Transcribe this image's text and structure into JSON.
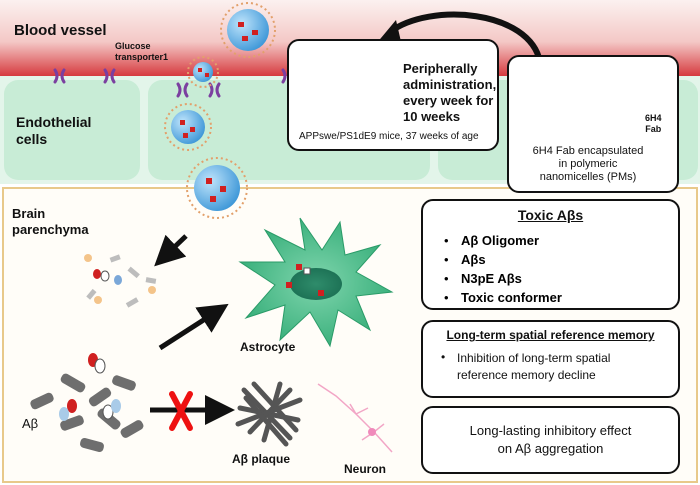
{
  "labels": {
    "blood_vessel": "Blood vessel",
    "glucose_transporter": [
      "Glucose",
      "transporter1"
    ],
    "endothelial": [
      "Endothelial",
      "cells"
    ],
    "brain": [
      "Brain",
      "parenchyma"
    ],
    "astrocyte": "Astrocyte",
    "abeta": "Aβ",
    "abeta_plaque": "Aβ plaque",
    "neuron": "Neuron"
  },
  "admin_box": {
    "text": [
      "Peripherally",
      "administration,",
      "every week for",
      "10 weeks"
    ],
    "caption": "APPswe/PS1dE9 mice, 37 weeks of age"
  },
  "fab_box": {
    "fab_label": [
      "6H4",
      "Fab"
    ],
    "caption": [
      "6H4 Fab encapsulated",
      "in polymeric",
      "nanomicelles  (PMs)"
    ]
  },
  "toxic_box": {
    "title": "Toxic Aβs",
    "bullet": "•",
    "items": [
      "Aβ Oligomer",
      "Aβs",
      "N3pE Aβs",
      "Toxic conformer"
    ]
  },
  "memory_box": {
    "title": "Long-term spatial reference memory",
    "bullet": "•",
    "text": [
      "Inhibition of long-term spatial",
      "reference memory decline"
    ]
  },
  "aggregation_box": {
    "text": [
      "Long-lasting inhibitory effect",
      "on Aβ aggregation"
    ]
  },
  "colors": {
    "blood_top": "#f7e6e4",
    "blood_red": "#d63a3f",
    "endothelial": "#c9ecd8",
    "micelle_core": "#4aa3df",
    "micelle_spike": "#e2a06b",
    "astrocyte": "#3fb884",
    "glut": "#7b3fa0",
    "decrease_arrow": "#e81515",
    "block_x": "#ee1111",
    "parenchyma_border": "#e8c98a"
  }
}
